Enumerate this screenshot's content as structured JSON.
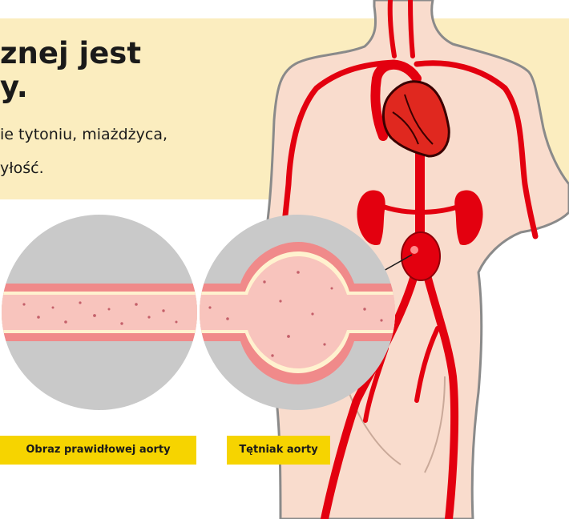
{
  "header": {
    "headline_line1": "znej jest",
    "headline_line2": "y.",
    "body_line1": "ie tytoniu, miażdżyca,",
    "body_line2": "yłość."
  },
  "captions": {
    "normal": "Obraz prawidłowej aorty",
    "aneurysm": "Tętniak aorty"
  },
  "colors": {
    "banner": "#fbedbf",
    "skin": "#f9dccd",
    "artery": "#e3000f",
    "label_background": "#f6d400",
    "circle_background": "#c9c9c9"
  }
}
